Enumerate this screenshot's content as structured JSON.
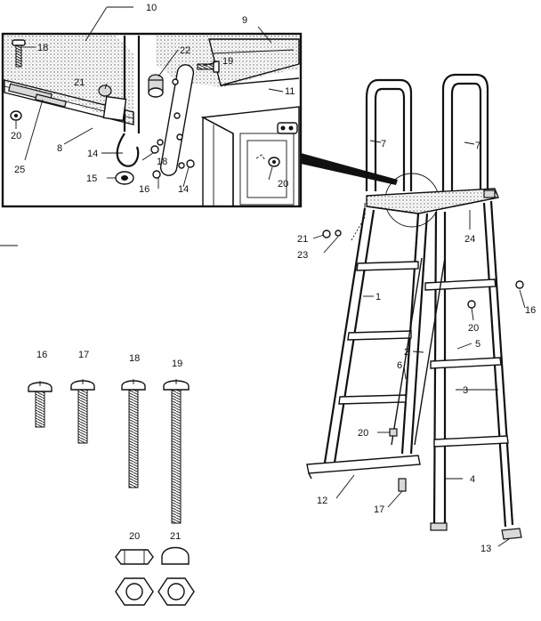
{
  "labels": {
    "l1": "1",
    "l2": "2",
    "l3": "3",
    "l4": "4",
    "l5": "5",
    "l6": "6",
    "l7a": "7",
    "l7b": "7",
    "l8": "8",
    "l9": "9",
    "l10": "10",
    "l11": "11",
    "l12": "12",
    "l13": "13",
    "l14a": "14",
    "l14b": "14",
    "l15": "15",
    "l16a": "16",
    "l16b": "16",
    "l16c": "16",
    "l17a": "17",
    "l17b": "17",
    "l18a": "18",
    "l18b": "18",
    "l18c": "18",
    "l19a": "19",
    "l19b": "19",
    "l20a": "20",
    "l20b": "20",
    "l20c": "20",
    "l20d": "20",
    "l20e": "20",
    "l21a": "21",
    "l21b": "21",
    "l21c": "21",
    "l22": "22",
    "l23": "23",
    "l24": "24",
    "l25": "25"
  }
}
